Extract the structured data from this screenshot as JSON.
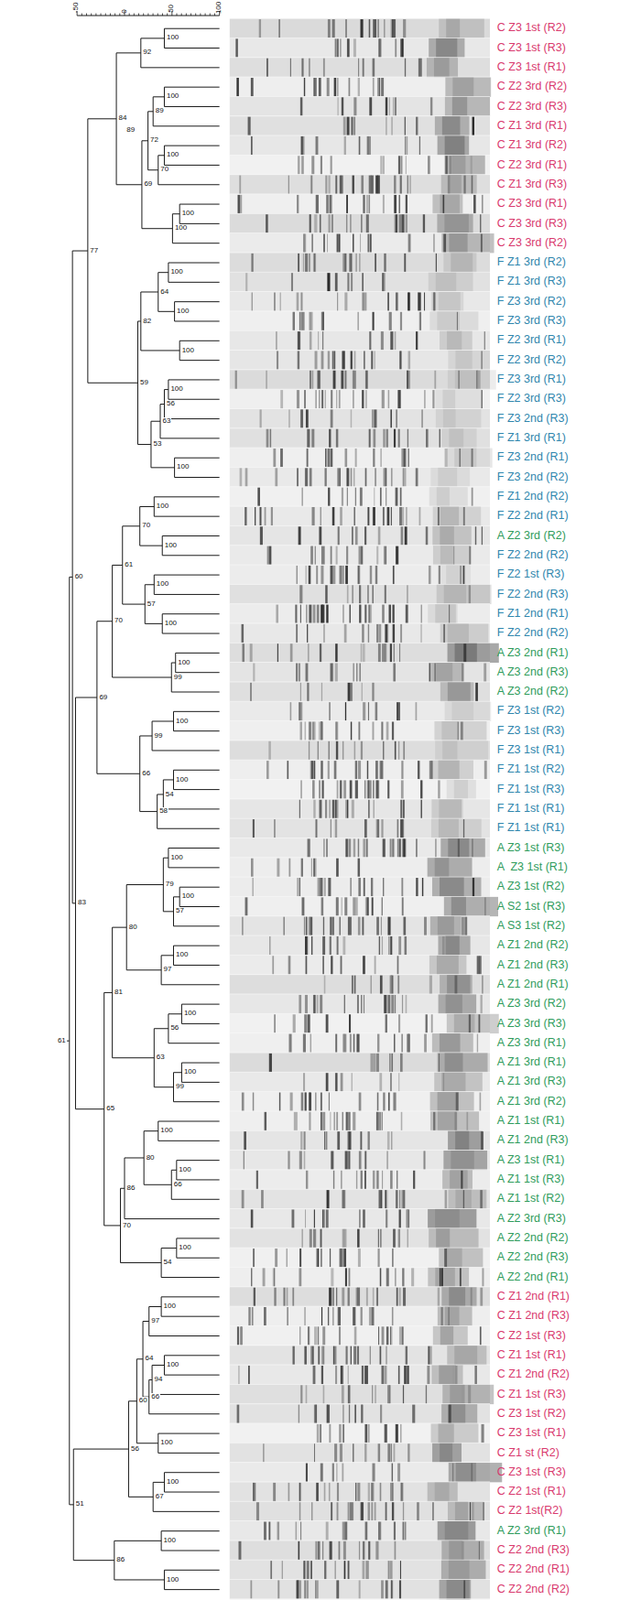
{
  "diagram": {
    "labels": [
      "-50",
      "0",
      "50",
      "100",
      "61",
      "60",
      "77",
      "84",
      "92",
      "100",
      "69",
      "72",
      "89",
      "100",
      "70",
      "100",
      "100",
      "100",
      "59",
      "82",
      "64",
      "100",
      "100",
      "100",
      "53",
      "63",
      "56",
      "100",
      "100",
      "83",
      "69",
      "70",
      "61",
      "70",
      "100",
      "100",
      "57",
      "100",
      "100",
      "99",
      "100",
      "66",
      "99",
      "100",
      "58",
      "54",
      "100",
      "65",
      "81",
      "80",
      "79",
      "100",
      "57",
      "100",
      "97",
      "100",
      "63",
      "56",
      "100",
      "99",
      "100",
      "70",
      "86",
      "80",
      "100",
      "66",
      "100",
      "54",
      "100",
      "51",
      "56",
      "60",
      "64",
      "97",
      "100",
      "66",
      "94",
      "100",
      "100",
      "67",
      "100",
      "86",
      "100",
      "100",
      "89",
      "C Z3 1st (R2)",
      "C Z3 1st (R3)",
      "C Z3 1st (R1)",
      "C Z2 3rd (R2)",
      "C Z2 3rd (R3)",
      "C Z1 3rd (R1)",
      "C Z1 3rd (R2)",
      "C Z2 3rd (R1)",
      "C Z1 3rd (R3)",
      "C Z3 3rd (R1)",
      "C Z3 3rd (R3)",
      "C Z3 3rd (R2)",
      "F Z1 3rd (R2)",
      "F Z1 3rd (R3)",
      "F Z3 3rd (R2)",
      "F Z3 3rd (R3)",
      "F Z2 3rd (R1)",
      "F Z2 3rd (R2)",
      "F Z3 3rd (R1)",
      "F Z2 3rd (R3)",
      "F Z3 2nd (R3)",
      "F Z1 3rd (R1)",
      "F Z3 2nd (R1)",
      "F Z3 2nd (R2)",
      "F Z1 2nd (R2)",
      "F Z2 2nd (R1)",
      "A Z2 3rd (R2)",
      "F Z2 2nd (R2)",
      "F Z2 1st (R3)",
      "F Z2 2nd (R3)",
      "F Z1 2nd (R1)",
      "F Z2 2nd (R2)",
      "A Z3 2nd (R1)",
      "A Z3 2nd (R3)",
      "A Z3 2nd (R2)",
      "F Z3 1st (R2)",
      "F Z3 1st (R3)",
      "F Z3 1st (R1)",
      "F Z1 1st (R2)",
      "F Z1 1st (R3)",
      "F Z1 1st (R1)",
      "F Z1 1st (R1)",
      "A Z3 1st (R3)",
      "A  Z3 1st (R1)",
      "A Z3 1st (R2)",
      "A S2 1st (R3)",
      "A S3 1st (R2)",
      "A Z1 2nd (R2)",
      "A Z1 2nd (R3)",
      "A Z1 2nd (R1)",
      "A Z3 3rd (R2)",
      "A Z3 3rd (R3)",
      "A Z3 3rd (R1)",
      "A Z1 3rd (R1)",
      "A Z1 3rd (R3)",
      "A Z1 3rd (R2)",
      "A Z1 1st (R1)",
      "A Z1 2nd (R3)",
      "A Z3 1st (R1)",
      "A Z1 1st (R3)",
      "A Z1 1st (R2)",
      "A Z2 3rd (R3)",
      "A Z2 2nd (R2)",
      "A Z2 2nd (R3)",
      "A Z2 2nd (R1)",
      "C Z1 2nd (R1)",
      "C Z1 2nd (R3)",
      "C Z2 1st (R3)",
      "C Z1 1st (R1)",
      "C Z1 2nd (R2)",
      "C Z1 1st (R3)",
      "C Z3 1st (R2)",
      "C Z3 1st (R1)",
      "C Z1 st (R2)",
      "C Z3 1st (R3)",
      "C Z2 1st (R1)",
      "C Z2 1st(R2)",
      "A Z2 3rd (R1)",
      "C Z2 2nd (R3)",
      "C Z2 2nd (R1)",
      "C Z2 2nd (R2)"
    ]
  }
}
